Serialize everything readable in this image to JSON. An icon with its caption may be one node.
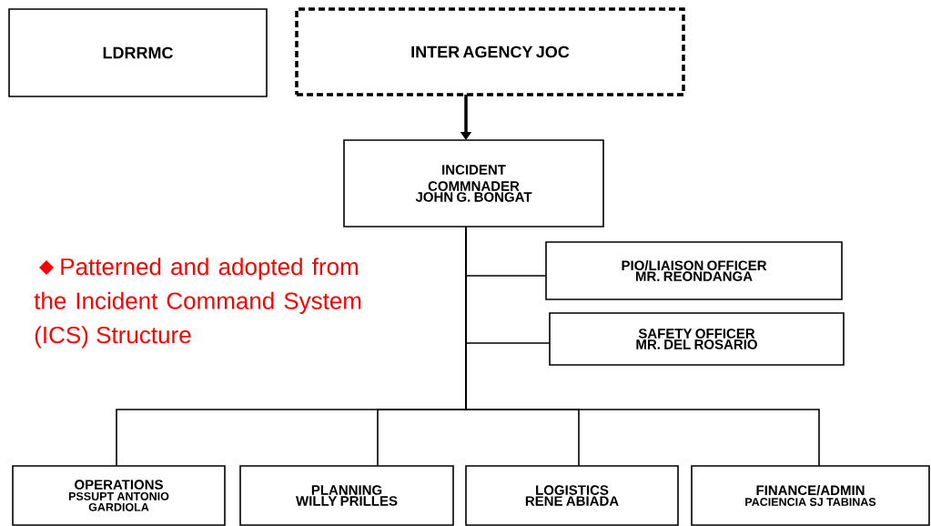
{
  "diagram": {
    "nodes": [
      {
        "text": [
          "LDRRMC"
        ]
      },
      {
        "text": [
          "INTER AGENCY JOC"
        ]
      },
      {
        "text": [
          "INCIDENT COMMNADER",
          "JOHN G. BONGAT"
        ]
      },
      {
        "text": [
          "PIO/LIAISON OFFICER",
          "MR. REONDANGA"
        ]
      },
      {
        "text": [
          "SAFETY OFFICER",
          "MR. DEL ROSARIO"
        ]
      },
      {
        "text": [
          "OPERATIONS",
          "PSSUPT ANTONIO GARDIOLA"
        ]
      },
      {
        "text": [
          "PLANNING",
          "WILLY PRILLES"
        ]
      },
      {
        "text": [
          "LOGISTICS",
          "RENE ABIADA"
        ]
      },
      {
        "text": [
          "FINANCE/ADMIN",
          "PACIENCIA SJ TABINAS"
        ]
      }
    ],
    "edges": [
      {
        "from": 1,
        "to": 2,
        "arrow": "to",
        "style": "thick"
      },
      {
        "from": 2,
        "to": 3,
        "arrow": "none"
      },
      {
        "from": 2,
        "to": 4,
        "arrow": "none"
      },
      {
        "from": 2,
        "to": 5,
        "arrow": "none"
      },
      {
        "from": 2,
        "to": 6,
        "arrow": "none"
      },
      {
        "from": 2,
        "to": 7,
        "arrow": "none"
      },
      {
        "from": 2,
        "to": 8,
        "arrow": "none"
      }
    ],
    "labels": [
      "Patterned and adopted from the Incident Command System (ICS) Structure"
    ]
  }
}
